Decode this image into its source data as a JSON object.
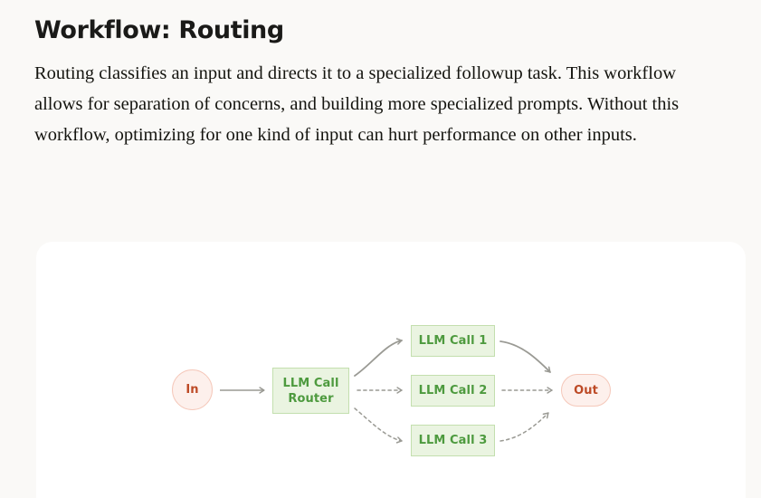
{
  "article": {
    "title": "Workflow: Routing",
    "body": "Routing classifies an input and directs it to a specialized followup task. This workflow allows for separation of concerns, and building more specialized prompts. Without this workflow, optimizing for one kind of input can hurt performance on other inputs."
  },
  "diagram": {
    "type": "flow-diagram",
    "name": "routing-workflow-diagram",
    "nodes": [
      {
        "id": "in",
        "label": "In",
        "shape": "circle",
        "kind": "io"
      },
      {
        "id": "router",
        "label": "LLM Call\nRouter",
        "shape": "rectangle",
        "kind": "llm"
      },
      {
        "id": "call1",
        "label": "LLM Call 1",
        "shape": "rectangle",
        "kind": "llm"
      },
      {
        "id": "call2",
        "label": "LLM Call 2",
        "shape": "rectangle",
        "kind": "llm"
      },
      {
        "id": "call3",
        "label": "LLM Call 3",
        "shape": "rectangle",
        "kind": "llm"
      },
      {
        "id": "out",
        "label": "Out",
        "shape": "pill",
        "kind": "io"
      }
    ],
    "edges": [
      {
        "from": "in",
        "to": "router",
        "style": "solid",
        "shape": "straight"
      },
      {
        "from": "router",
        "to": "call1",
        "style": "solid",
        "shape": "curve-up"
      },
      {
        "from": "router",
        "to": "call2",
        "style": "dashed",
        "shape": "straight"
      },
      {
        "from": "router",
        "to": "call3",
        "style": "dashed",
        "shape": "curve-down"
      },
      {
        "from": "call1",
        "to": "out",
        "style": "solid",
        "shape": "curve-down"
      },
      {
        "from": "call2",
        "to": "out",
        "style": "dashed",
        "shape": "straight"
      },
      {
        "from": "call3",
        "to": "out",
        "style": "dashed",
        "shape": "curve-up"
      }
    ]
  },
  "colors": {
    "page_background": "#faf9f7",
    "card_background": "#ffffff",
    "heading_text": "#1a1a18",
    "body_text": "#14140f",
    "io_fill": "#fdf0ec",
    "io_border": "#f5c8ba",
    "io_text": "#bd4a26",
    "llm_fill": "#eaf4e1",
    "llm_border": "#c3dfae",
    "llm_text": "#4d9a3e",
    "connector": "#9a9a94"
  }
}
